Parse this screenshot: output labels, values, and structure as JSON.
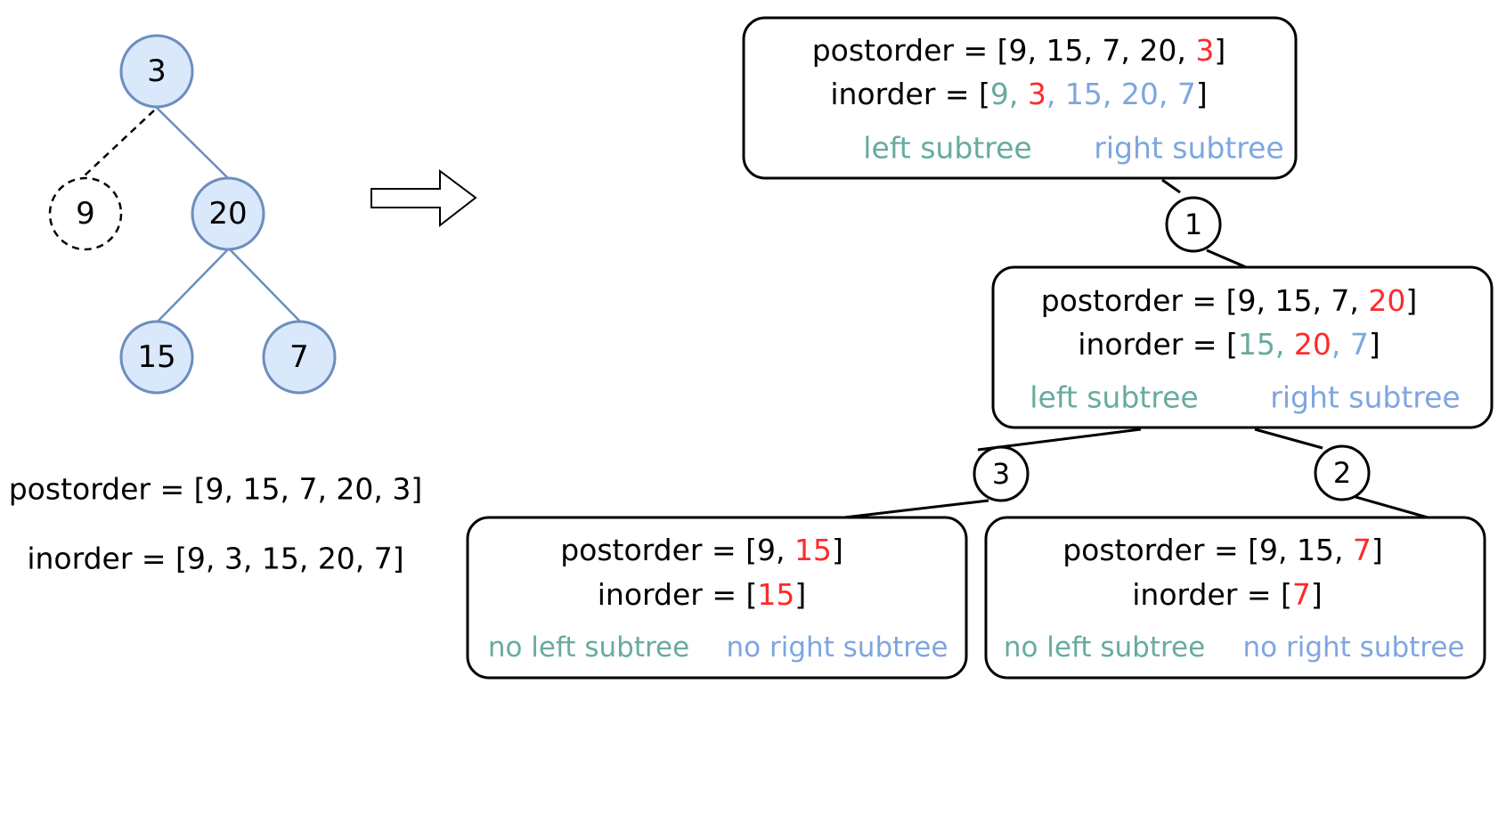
{
  "colors": {
    "black": "#000000",
    "node_fill": "#dae8fc",
    "node_stroke": "#6c8ebf",
    "root": "#ff2a2a",
    "left": "#67ab9f",
    "right": "#7ea6e0"
  },
  "tree": {
    "nodes": {
      "n3": "3",
      "n9": "9",
      "n20": "20",
      "n15": "15",
      "n7": "7"
    },
    "postorder_text": "postorder = [9, 15, 7, 20, 3]",
    "inorder_text": "inorder = [9, 3, 15, 20, 7]"
  },
  "steps": {
    "s1": "1",
    "s2": "2",
    "s3": "3"
  },
  "boxes": {
    "top": {
      "post_prefix": "postorder = [9, 15, 7, 20, ",
      "post_root": "3",
      "post_suffix": "]",
      "in_open": "inorder = [",
      "in_left": "9",
      "in_sep1": ", ",
      "in_root": "3",
      "in_sep2": ", ",
      "in_right": "15, 20, 7",
      "in_close": "]",
      "left_label": "left subtree",
      "right_label": "right subtree"
    },
    "mid": {
      "post_prefix": "postorder = [9, 15, 7, ",
      "post_root": "20",
      "post_suffix": "]",
      "in_open": "inorder = [",
      "in_left": "15",
      "in_sep1": ", ",
      "in_root": "20",
      "in_sep2": ", ",
      "in_right": "7",
      "in_close": "]",
      "left_label": "left subtree",
      "right_label": "right subtree"
    },
    "bottom_left": {
      "post_prefix": "postorder = [9, ",
      "post_root": "15",
      "post_suffix": "]",
      "in_open": "inorder = [",
      "in_root": "15",
      "in_close": "]",
      "left_label": "no left subtree",
      "right_label": "no right subtree"
    },
    "bottom_right": {
      "post_prefix": "postorder = [9, 15, ",
      "post_root": "7",
      "post_suffix": "]",
      "in_open": "inorder = [",
      "in_root": "7",
      "in_close": "]",
      "left_label": "no left subtree",
      "right_label": "no right subtree"
    }
  }
}
